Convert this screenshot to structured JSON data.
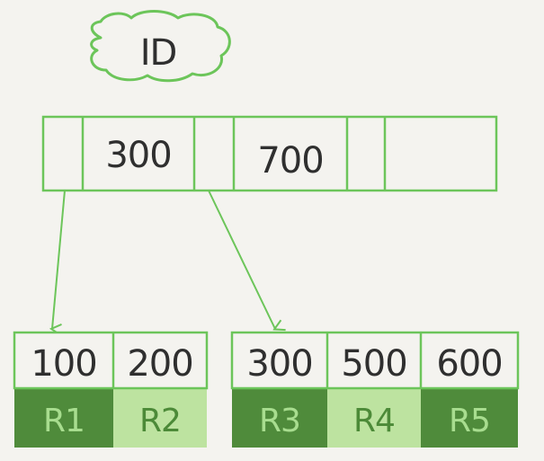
{
  "index_label": "ID",
  "root_node": {
    "keys": [
      "300",
      "700"
    ]
  },
  "leaf_nodes": [
    {
      "keys": [
        "100",
        "200"
      ],
      "rows": [
        "R1",
        "R2"
      ]
    },
    {
      "keys": [
        "300",
        "500",
        "600"
      ],
      "rows": [
        "R3",
        "R4",
        "R5"
      ]
    }
  ],
  "colors": {
    "background": "#f4f3ef",
    "line": "#6cc55a",
    "row_dark": "#4f8b3b",
    "row_light": "#bde3a0",
    "row_dark_text": "#a8dd8f",
    "row_light_text": "#4c8a38",
    "key_text": "#2f2f2f"
  }
}
